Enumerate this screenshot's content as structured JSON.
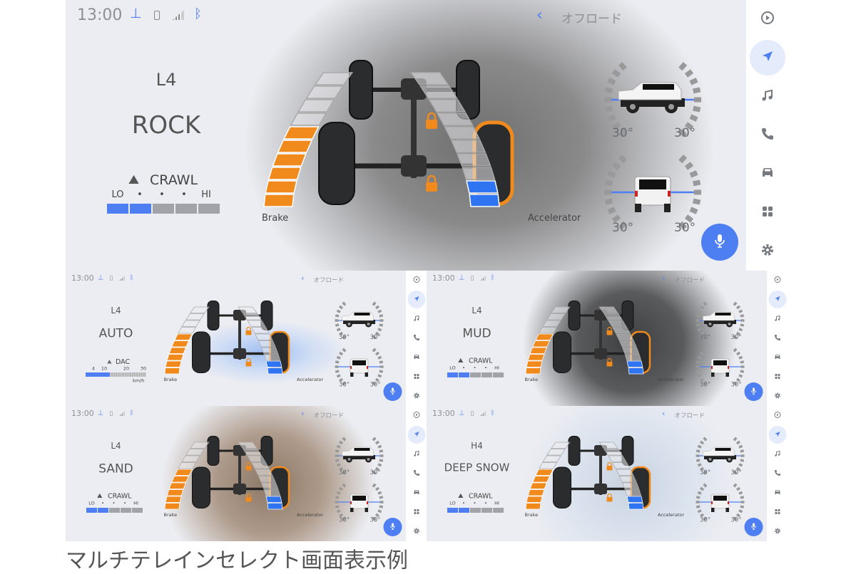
{
  "colors": {
    "accent": "#4d7ff2",
    "brake": "#f08a1c",
    "accelerator": "#2f74f0",
    "inactive": "#9a9ca2",
    "sidebar_active_bg": "#e4ebfb"
  },
  "status": {
    "time": "13:00",
    "icons": [
      "satellite-icon",
      "battery-icon",
      "signal-icon",
      "bluetooth-icon"
    ]
  },
  "header": {
    "title": "オフロード",
    "back_icon": "chevron-left-icon"
  },
  "sidebar": {
    "items": [
      {
        "icon": "play-circle-icon",
        "active": false
      },
      {
        "icon": "navigation-arrow-icon",
        "active": true
      },
      {
        "icon": "music-note-icon",
        "active": false
      },
      {
        "icon": "phone-icon",
        "active": false
      },
      {
        "icon": "car-icon",
        "active": false
      },
      {
        "icon": "apps-grid-icon",
        "active": false
      },
      {
        "icon": "gear-icon",
        "active": false
      }
    ]
  },
  "mic_icon": "microphone-icon",
  "panels": [
    {
      "drive": "L4",
      "mode": "ROCK",
      "theme": "rock",
      "assist": {
        "type": "crawl",
        "label": "CRAWL",
        "scale": [
          "LO",
          "•",
          "•",
          "•",
          "HI"
        ],
        "level": 2
      },
      "brake_label": "Brake",
      "accel_label": "Accelerator",
      "brake_level": 6,
      "accel_level": 2,
      "pitch": {
        "left": "30°",
        "right": "30°"
      },
      "roll": {
        "left": "30°",
        "right": "30°"
      }
    },
    {
      "drive": "L4",
      "mode": "AUTO",
      "theme": "auto",
      "assist": {
        "type": "dac",
        "label": "DAC",
        "scale": [
          "4",
          "10",
          "20",
          "30"
        ],
        "unit": "km/h",
        "fill": 0.4
      },
      "brake_label": "Brake",
      "accel_label": "Accelerator",
      "brake_level": 6,
      "accel_level": 2,
      "pitch": {
        "left": "30°",
        "right": "30°"
      },
      "roll": {
        "left": "30°",
        "right": "30°"
      }
    },
    {
      "drive": "L4",
      "mode": "MUD",
      "theme": "mud",
      "assist": {
        "type": "crawl",
        "label": "CRAWL",
        "scale": [
          "LO",
          "•",
          "•",
          "•",
          "HI"
        ],
        "level": 2
      },
      "brake_label": "Brake",
      "accel_label": "Accelerator",
      "brake_level": 6,
      "accel_level": 2,
      "pitch": {
        "left": "30°",
        "right": "30°"
      },
      "roll": {
        "left": "30°",
        "right": "30°"
      }
    },
    {
      "drive": "L4",
      "mode": "SAND",
      "theme": "sand",
      "assist": {
        "type": "crawl",
        "label": "CRAWL",
        "scale": [
          "LO",
          "•",
          "•",
          "•",
          "HI"
        ],
        "level": 2
      },
      "brake_label": "Brake",
      "accel_label": "Accelerator",
      "brake_level": 6,
      "accel_level": 2,
      "pitch": {
        "left": "30°",
        "right": "30°"
      },
      "roll": {
        "left": "30°",
        "right": "30°"
      }
    },
    {
      "drive": "H4",
      "mode": "DEEP SNOW",
      "theme": "snow",
      "assist": {
        "type": "crawl",
        "label": "CRAWL",
        "scale": [
          "LO",
          "•",
          "•",
          "•",
          "HI"
        ],
        "level": 2
      },
      "brake_label": "Brake",
      "accel_label": "Accelerator",
      "brake_level": 6,
      "accel_level": 2,
      "pitch": {
        "left": "30°",
        "right": "30°"
      },
      "roll": {
        "left": "30°",
        "right": "30°"
      }
    }
  ],
  "caption": "マルチテレインセレクト画面表示例"
}
